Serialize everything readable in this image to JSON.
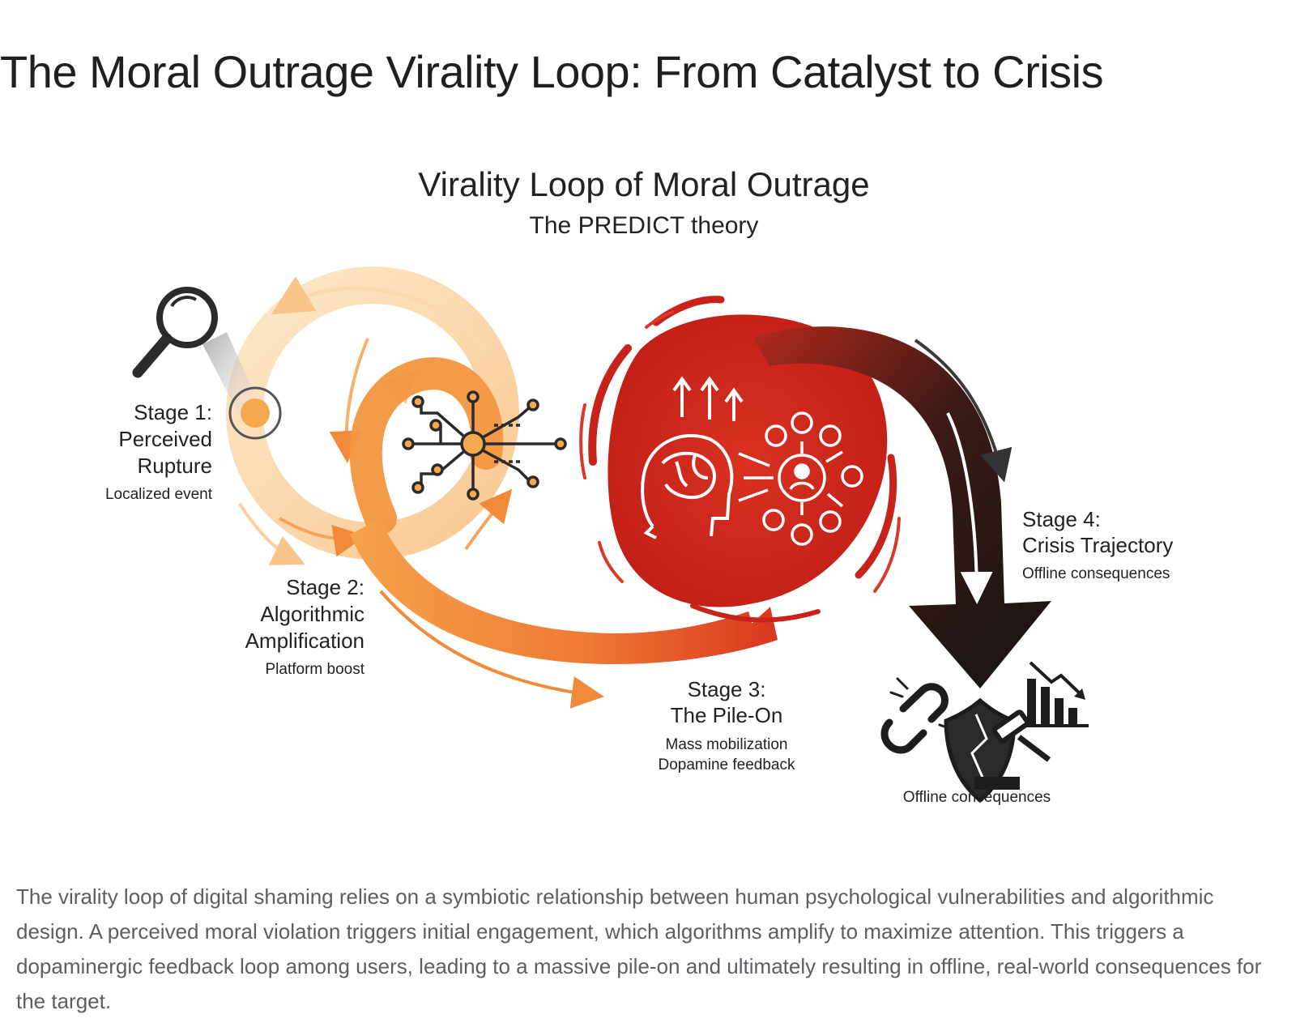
{
  "page": {
    "title": "The Moral Outrage Virality Loop: From Catalyst to Crisis",
    "caption": "The virality loop of digital shaming relies on a symbiotic relationship between human psychological vulnerabilities and algorithmic design. A perceived moral violation triggers initial engagement, which algorithms amplify to maximize attention. This triggers a dopaminergic feedback loop among users, leading to a massive pile-on and ultimately resulting in offline, real-world consequences for the target."
  },
  "diagram": {
    "title": "Virality Loop of Moral Outrage",
    "subtitle": "The PREDICT theory",
    "stage1": {
      "label": "Stage 1:",
      "title_line1": "Perceived",
      "title_line2": "Rupture",
      "note": "Localized event"
    },
    "stage2": {
      "label": "Stage 2:",
      "title_line1": "Algorithmic",
      "title_line2": "Amplification",
      "note": "Platform boost"
    },
    "stage3": {
      "label": "Stage 3:",
      "title": "The Pile-On",
      "note_line1": "Mass mobilization",
      "note_line2": "Dopamine feedback"
    },
    "stage4": {
      "label": "Stage 4:",
      "title": "Crisis Trajectory",
      "note": "Offline consequences"
    },
    "consequences_label": "Offline consequences"
  },
  "colors": {
    "light_orange": "#fbd5a0",
    "orange": "#f28a2e",
    "red": "#d42a1e",
    "dark": "#1d1d1d"
  },
  "icons": [
    "magnifier-icon",
    "circuit-icon",
    "brain-head-icon",
    "crowd-network-icon",
    "broken-chain-icon",
    "cracked-shield-icon",
    "gavel-icon",
    "declining-chart-icon"
  ]
}
